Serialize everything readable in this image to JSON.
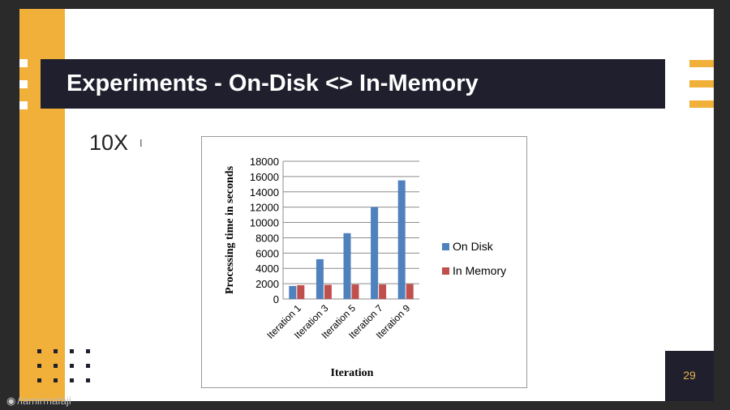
{
  "slide": {
    "title": "Experiments - On-Disk <> In-Memory",
    "text": "10X",
    "page_number": "29"
  },
  "watermark": "/iamirmafaji",
  "colors": {
    "accent": "#f0b03a",
    "dark": "#1f1f2e",
    "on_disk": "#4f81bd",
    "in_memory": "#c0504d"
  },
  "chart_data": {
    "type": "bar",
    "ylabel": "Processing time in seconds",
    "xlabel": "Iteration",
    "ylim": [
      0,
      18000
    ],
    "yticks": [
      0,
      2000,
      4000,
      6000,
      8000,
      10000,
      12000,
      14000,
      16000,
      18000
    ],
    "grid": true,
    "legend_position": "right",
    "categories": [
      "Iteration 1",
      "Iteration 3",
      "Iteration 5",
      "Iteration 7",
      "Iteration 9"
    ],
    "series": [
      {
        "name": "On Disk",
        "color": "#4f81bd",
        "values": [
          1700,
          5200,
          8600,
          12000,
          15500
        ]
      },
      {
        "name": "In Memory",
        "color": "#c0504d",
        "values": [
          1800,
          1850,
          1900,
          1900,
          1950
        ]
      }
    ]
  }
}
